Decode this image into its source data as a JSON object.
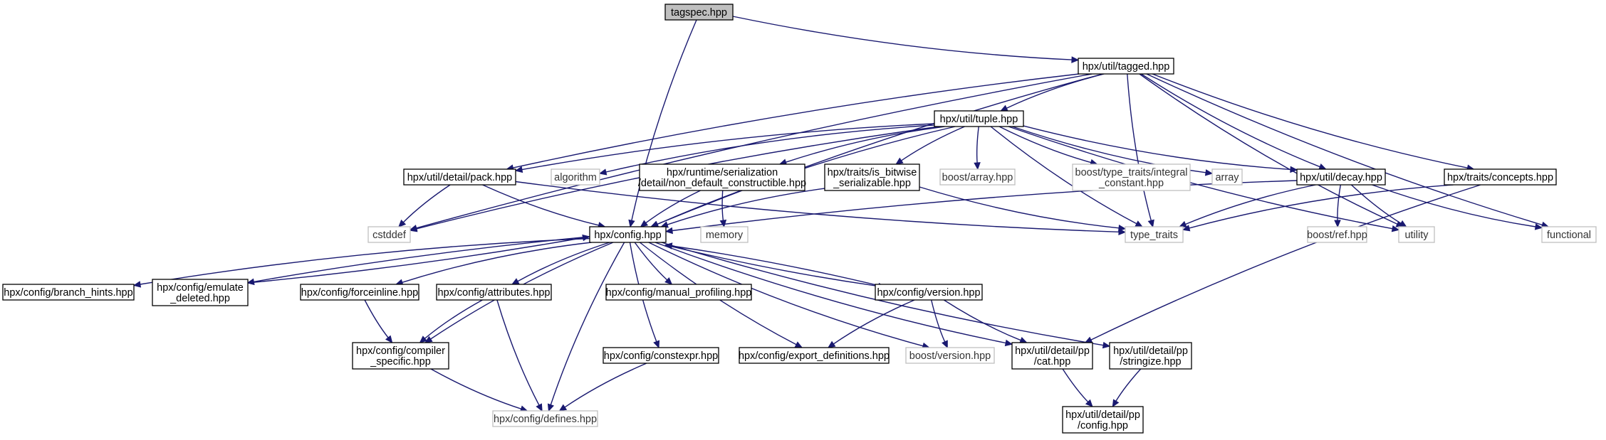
{
  "graph": {
    "title": "",
    "node_styles": {
      "root": {
        "fill": "#bfbfbf",
        "stroke": "#000000"
      },
      "internal": {
        "fill": "#ffffff",
        "stroke": "#000000"
      },
      "external": {
        "fill": "#ffffff",
        "stroke": "#bfbfbf"
      }
    },
    "edge_color": "#191970",
    "nodes": [
      {
        "id": "tagspec",
        "lines": [
          "tagspec.hpp"
        ],
        "kind": "root"
      },
      {
        "id": "tagged",
        "lines": [
          "hpx/util/tagged.hpp"
        ],
        "kind": "internal"
      },
      {
        "id": "tuple",
        "lines": [
          "hpx/util/tuple.hpp"
        ],
        "kind": "internal"
      },
      {
        "id": "pack",
        "lines": [
          "hpx/util/detail/pack.hpp"
        ],
        "kind": "internal"
      },
      {
        "id": "algorithm",
        "lines": [
          "algorithm"
        ],
        "kind": "external"
      },
      {
        "id": "ndc",
        "lines": [
          "hpx/runtime/serialization",
          "/detail/non_default_constructible.hpp"
        ],
        "kind": "internal"
      },
      {
        "id": "isbitwise",
        "lines": [
          "hpx/traits/is_bitwise",
          "_serializable.hpp"
        ],
        "kind": "internal"
      },
      {
        "id": "boostarray",
        "lines": [
          "boost/array.hpp"
        ],
        "kind": "external"
      },
      {
        "id": "integral",
        "lines": [
          "boost/type_traits/integral",
          "_constant.hpp"
        ],
        "kind": "external"
      },
      {
        "id": "array",
        "lines": [
          "array"
        ],
        "kind": "external"
      },
      {
        "id": "decay",
        "lines": [
          "hpx/util/decay.hpp"
        ],
        "kind": "internal"
      },
      {
        "id": "concepts",
        "lines": [
          "hpx/traits/concepts.hpp"
        ],
        "kind": "internal"
      },
      {
        "id": "cstddef",
        "lines": [
          "cstddef"
        ],
        "kind": "external"
      },
      {
        "id": "config",
        "lines": [
          "hpx/config.hpp"
        ],
        "kind": "internal"
      },
      {
        "id": "memory",
        "lines": [
          "memory"
        ],
        "kind": "external"
      },
      {
        "id": "typetraits",
        "lines": [
          "type_traits"
        ],
        "kind": "external"
      },
      {
        "id": "boostref",
        "lines": [
          "boost/ref.hpp"
        ],
        "kind": "external"
      },
      {
        "id": "utility",
        "lines": [
          "utility"
        ],
        "kind": "external"
      },
      {
        "id": "functional",
        "lines": [
          "functional"
        ],
        "kind": "external"
      },
      {
        "id": "branch",
        "lines": [
          "hpx/config/branch_hints.hpp"
        ],
        "kind": "internal"
      },
      {
        "id": "emulate",
        "lines": [
          "hpx/config/emulate",
          "_deleted.hpp"
        ],
        "kind": "internal"
      },
      {
        "id": "forceinline",
        "lines": [
          "hpx/config/forceinline.hpp"
        ],
        "kind": "internal"
      },
      {
        "id": "attributes",
        "lines": [
          "hpx/config/attributes.hpp"
        ],
        "kind": "internal"
      },
      {
        "id": "manualprof",
        "lines": [
          "hpx/config/manual_profiling.hpp"
        ],
        "kind": "internal"
      },
      {
        "id": "version",
        "lines": [
          "hpx/config/version.hpp"
        ],
        "kind": "internal"
      },
      {
        "id": "compiler",
        "lines": [
          "hpx/config/compiler",
          "_specific.hpp"
        ],
        "kind": "internal"
      },
      {
        "id": "constexpr",
        "lines": [
          "hpx/config/constexpr.hpp"
        ],
        "kind": "internal"
      },
      {
        "id": "exportdef",
        "lines": [
          "hpx/config/export_definitions.hpp"
        ],
        "kind": "internal"
      },
      {
        "id": "boostversion",
        "lines": [
          "boost/version.hpp"
        ],
        "kind": "external"
      },
      {
        "id": "cat",
        "lines": [
          "hpx/util/detail/pp",
          "/cat.hpp"
        ],
        "kind": "internal"
      },
      {
        "id": "stringize",
        "lines": [
          "hpx/util/detail/pp",
          "/stringize.hpp"
        ],
        "kind": "internal"
      },
      {
        "id": "defines",
        "lines": [
          "hpx/config/defines.hpp"
        ],
        "kind": "external"
      },
      {
        "id": "ppconfig",
        "lines": [
          "hpx/util/detail/pp",
          "/config.hpp"
        ],
        "kind": "internal"
      }
    ],
    "edges": [
      [
        "tagspec",
        "tagged"
      ],
      [
        "tagspec",
        "config"
      ],
      [
        "tagged",
        "config"
      ],
      [
        "tagged",
        "tuple"
      ],
      [
        "tagged",
        "pack"
      ],
      [
        "tagged",
        "cstddef"
      ],
      [
        "tagged",
        "typetraits"
      ],
      [
        "tagged",
        "decay"
      ],
      [
        "tagged",
        "concepts"
      ],
      [
        "tagged",
        "utility"
      ],
      [
        "tagged",
        "functional"
      ],
      [
        "tuple",
        "config"
      ],
      [
        "tuple",
        "pack"
      ],
      [
        "tuple",
        "algorithm"
      ],
      [
        "tuple",
        "ndc"
      ],
      [
        "tuple",
        "isbitwise"
      ],
      [
        "tuple",
        "boostarray"
      ],
      [
        "tuple",
        "integral"
      ],
      [
        "tuple",
        "array"
      ],
      [
        "tuple",
        "decay"
      ],
      [
        "tuple",
        "cstddef"
      ],
      [
        "tuple",
        "typetraits"
      ],
      [
        "tuple",
        "utility"
      ],
      [
        "pack",
        "config"
      ],
      [
        "pack",
        "cstddef"
      ],
      [
        "pack",
        "typetraits"
      ],
      [
        "ndc",
        "config"
      ],
      [
        "ndc",
        "memory"
      ],
      [
        "isbitwise",
        "config"
      ],
      [
        "isbitwise",
        "typetraits"
      ],
      [
        "decay",
        "config"
      ],
      [
        "decay",
        "typetraits"
      ],
      [
        "decay",
        "boostref"
      ],
      [
        "decay",
        "utility"
      ],
      [
        "decay",
        "functional"
      ],
      [
        "concepts",
        "typetraits"
      ],
      [
        "concepts",
        "cat"
      ],
      [
        "config",
        "branch"
      ],
      [
        "config",
        "emulate"
      ],
      [
        "config",
        "forceinline"
      ],
      [
        "config",
        "attributes"
      ],
      [
        "config",
        "manualprof"
      ],
      [
        "config",
        "version"
      ],
      [
        "config",
        "compiler"
      ],
      [
        "config",
        "constexpr"
      ],
      [
        "config",
        "exportdef"
      ],
      [
        "config",
        "boostversion"
      ],
      [
        "config",
        "cat"
      ],
      [
        "config",
        "stringize"
      ],
      [
        "config",
        "defines"
      ],
      [
        "emulate",
        "config"
      ],
      [
        "version",
        "config"
      ],
      [
        "forceinline",
        "compiler"
      ],
      [
        "attributes",
        "compiler"
      ],
      [
        "attributes",
        "defines"
      ],
      [
        "compiler",
        "defines"
      ],
      [
        "constexpr",
        "defines"
      ],
      [
        "version",
        "exportdef"
      ],
      [
        "version",
        "boostversion"
      ],
      [
        "version",
        "cat"
      ],
      [
        "cat",
        "ppconfig"
      ],
      [
        "stringize",
        "ppconfig"
      ]
    ]
  }
}
